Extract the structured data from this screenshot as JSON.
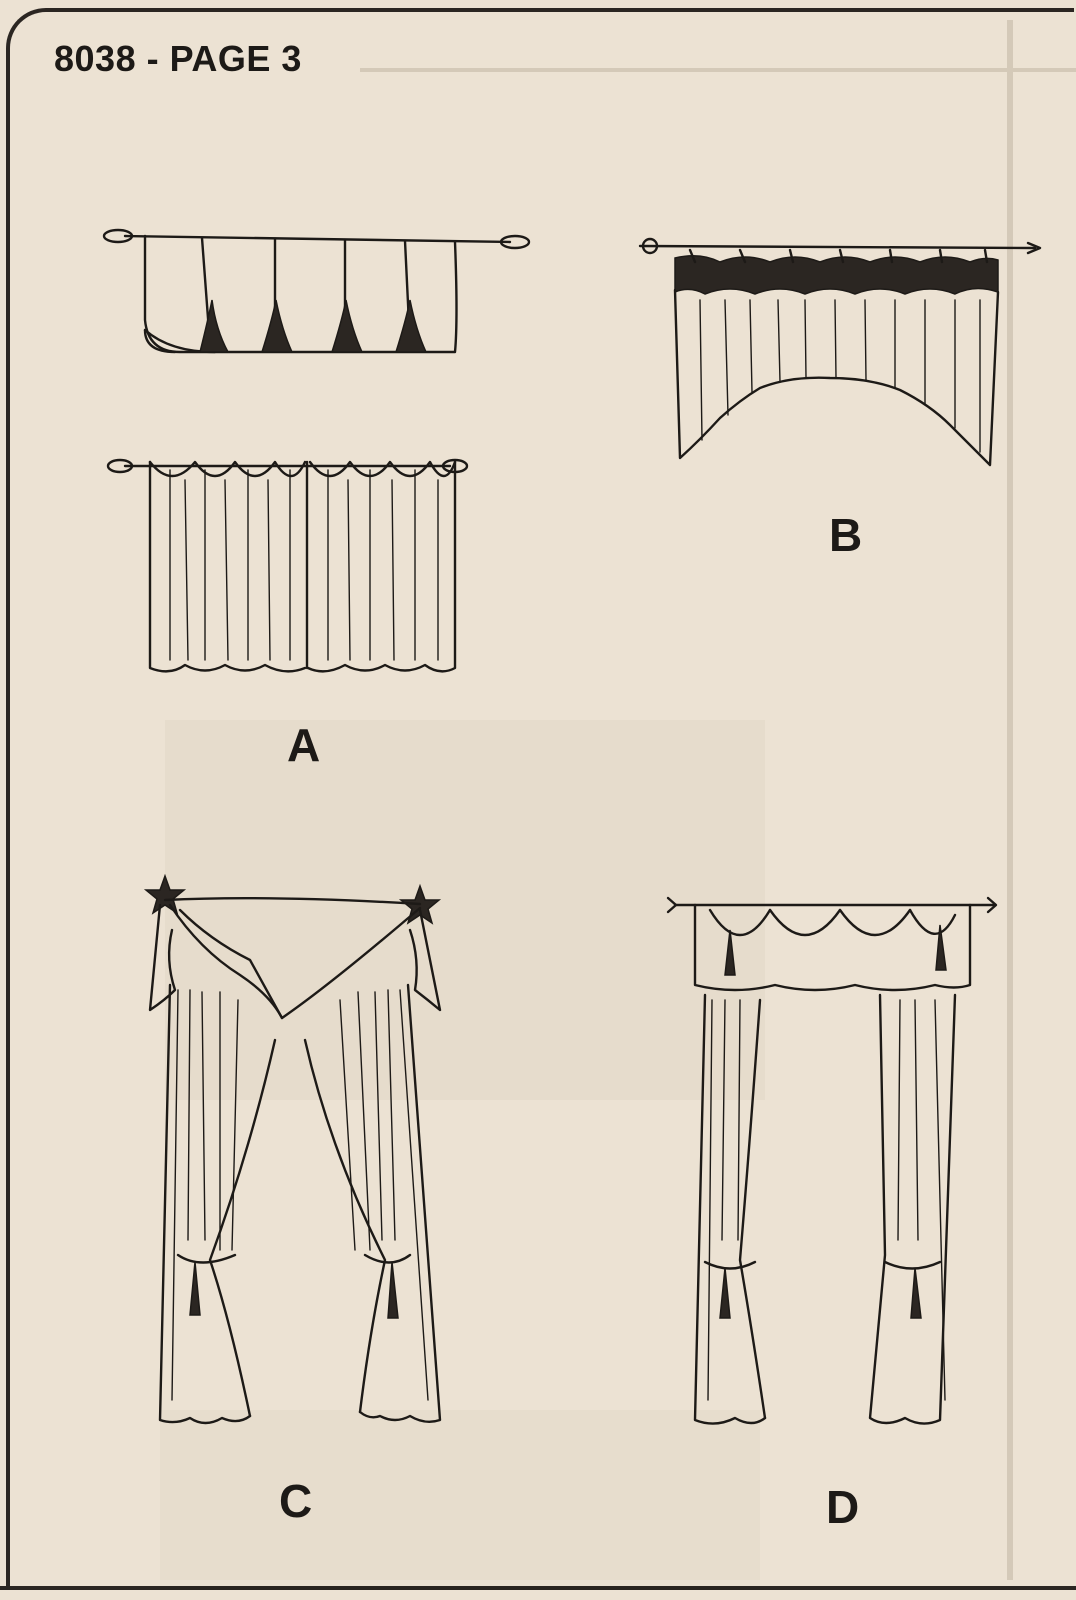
{
  "page": {
    "title": "8038 - PAGE 3"
  },
  "views": [
    {
      "letter": "A"
    },
    {
      "letter": "B"
    },
    {
      "letter": "C"
    },
    {
      "letter": "D"
    }
  ],
  "colors": {
    "paper": "#ece2d3",
    "ink": "#1d1a17"
  }
}
